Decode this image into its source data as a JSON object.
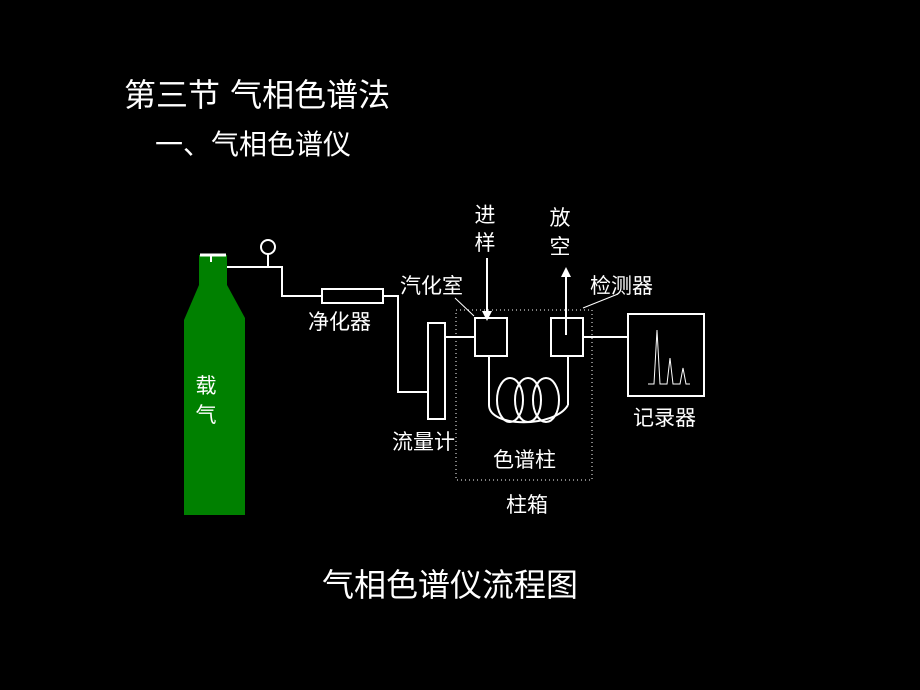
{
  "slide": {
    "title": "第三节 气相色谱法",
    "subtitle": "一、气相色谱仪",
    "caption": "气相色谱仪流程图"
  },
  "diagram": {
    "labels": {
      "carrier_gas_1": "载",
      "carrier_gas_2": "气",
      "purifier": "净化器",
      "flowmeter": "流量计",
      "vaporizer": "汽化室",
      "sample_1": "进",
      "sample_2": "样",
      "vent_1": "放",
      "vent_2": "空",
      "detector": "检测器",
      "recorder": "记录器",
      "column": "色谱柱",
      "oven": "柱箱"
    },
    "colors": {
      "background": "#000000",
      "cylinder": "#008000",
      "lines": "#ffffff"
    }
  }
}
